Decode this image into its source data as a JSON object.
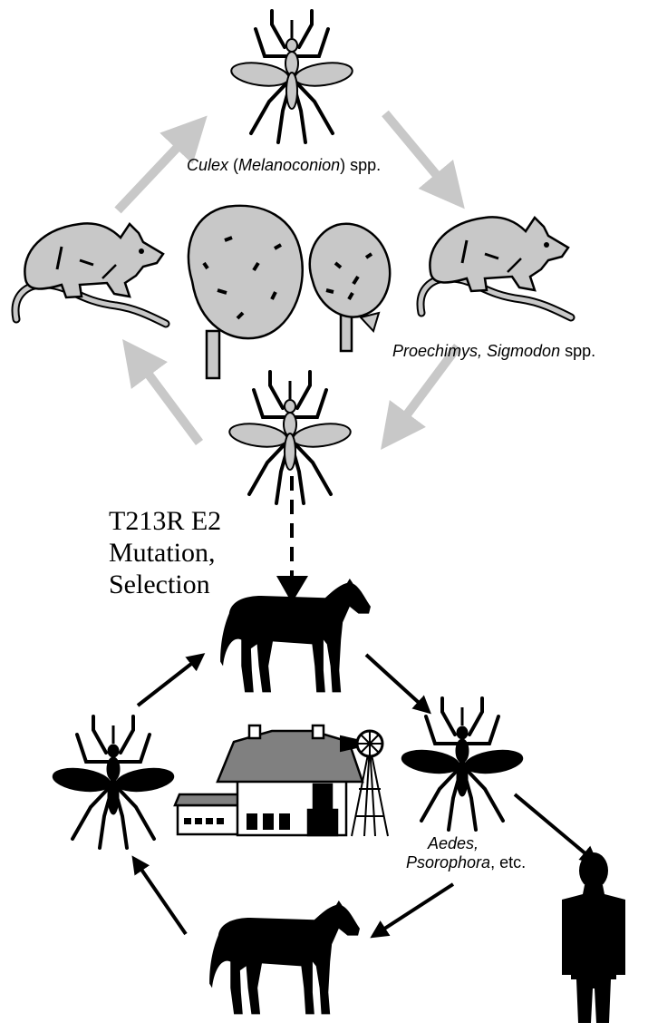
{
  "labels": {
    "culex": {
      "italic": "Culex",
      "plain1": " (",
      "italic2": "Melanoconion",
      "plain2": ") spp."
    },
    "rodents": {
      "italic": "Proechimys, Sigmodon",
      "plain": "  spp."
    },
    "mutation": [
      "T213R E2",
      "Mutation,",
      "Selection"
    ],
    "aedes": {
      "italic1": "Aedes,",
      "italic2": "Psorophora",
      "plain": ", etc."
    }
  },
  "colors": {
    "enzootic": "#c8c8c8",
    "epizootic": "#000000",
    "outline": "#000000",
    "fill_gray": "#c8c8c8",
    "barn_gray": "#808080"
  },
  "icons": [
    "mosquito-icon",
    "rodent-icon",
    "tree-icon",
    "horse-icon",
    "barn-icon",
    "windmill-icon",
    "human-icon"
  ]
}
